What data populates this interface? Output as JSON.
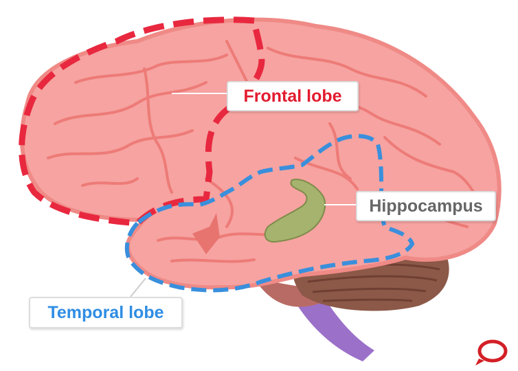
{
  "labels": {
    "frontal": "Frontal lobe",
    "hippocampus": "Hippocampus",
    "temporal": "Temporal lobe"
  },
  "colors": {
    "brain_fill": "#f6a3a1",
    "brain_outline": "#ef8a86",
    "gyri": "#ed7b77",
    "frontal_dash": "#e8283f",
    "temporal_dash": "#3a8fdc",
    "hippocampus_fill": "#a5b36e",
    "hippocampus_edge": "#7e8c4a",
    "cerebellum": "#8c5848",
    "cerebellum_stripes": "#6f3f32",
    "pons": "#b86b64",
    "brainstem": "#9b70c9",
    "label_frontal": "#e31b2f",
    "label_hippocampus": "#666666",
    "label_temporal": "#2f8de4",
    "logo": "#d31f26"
  },
  "logo_icon": "speech-bubble-icon"
}
